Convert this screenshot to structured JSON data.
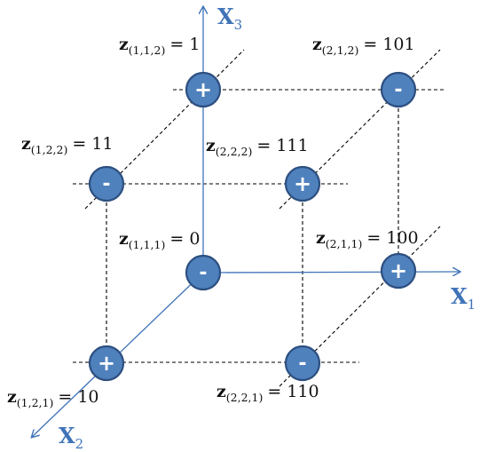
{
  "colors": {
    "axis": "#3f73b8",
    "node_fill": "#4f81bd",
    "node_stroke": "#2d4f80",
    "dashed": "#000000",
    "sign": "#ffffff"
  },
  "axes": [
    {
      "id": "x1",
      "letter": "X",
      "sub": "1"
    },
    {
      "id": "x2",
      "letter": "X",
      "sub": "2"
    },
    {
      "id": "x3",
      "letter": "X",
      "sub": "3"
    }
  ],
  "nodes": [
    {
      "id": "111",
      "sign": "-",
      "label_var": "z",
      "label_sub": "(1,1,1)",
      "label_value": "= 0"
    },
    {
      "id": "211",
      "sign": "+",
      "label_var": "z",
      "label_sub": "(2,1,1)",
      "label_value": "= 100"
    },
    {
      "id": "121",
      "sign": "+",
      "label_var": "z",
      "label_sub": "(1,2,1)",
      "label_value": "= 10"
    },
    {
      "id": "221",
      "sign": "-",
      "label_var": "z",
      "label_sub": "(2,2,1)",
      "label_value": "= 110"
    },
    {
      "id": "112",
      "sign": "+",
      "label_var": "z",
      "label_sub": "(1,1,2)",
      "label_value": "= 1"
    },
    {
      "id": "212",
      "sign": "-",
      "label_var": "z",
      "label_sub": "(2,1,2)",
      "label_value": "= 101"
    },
    {
      "id": "122",
      "sign": "-",
      "label_var": "z",
      "label_sub": "(1,2,2)",
      "label_value": "= 11"
    },
    {
      "id": "222",
      "sign": "+",
      "label_var": "z",
      "label_sub": "(2,2,2)",
      "label_value": "= 111"
    }
  ]
}
